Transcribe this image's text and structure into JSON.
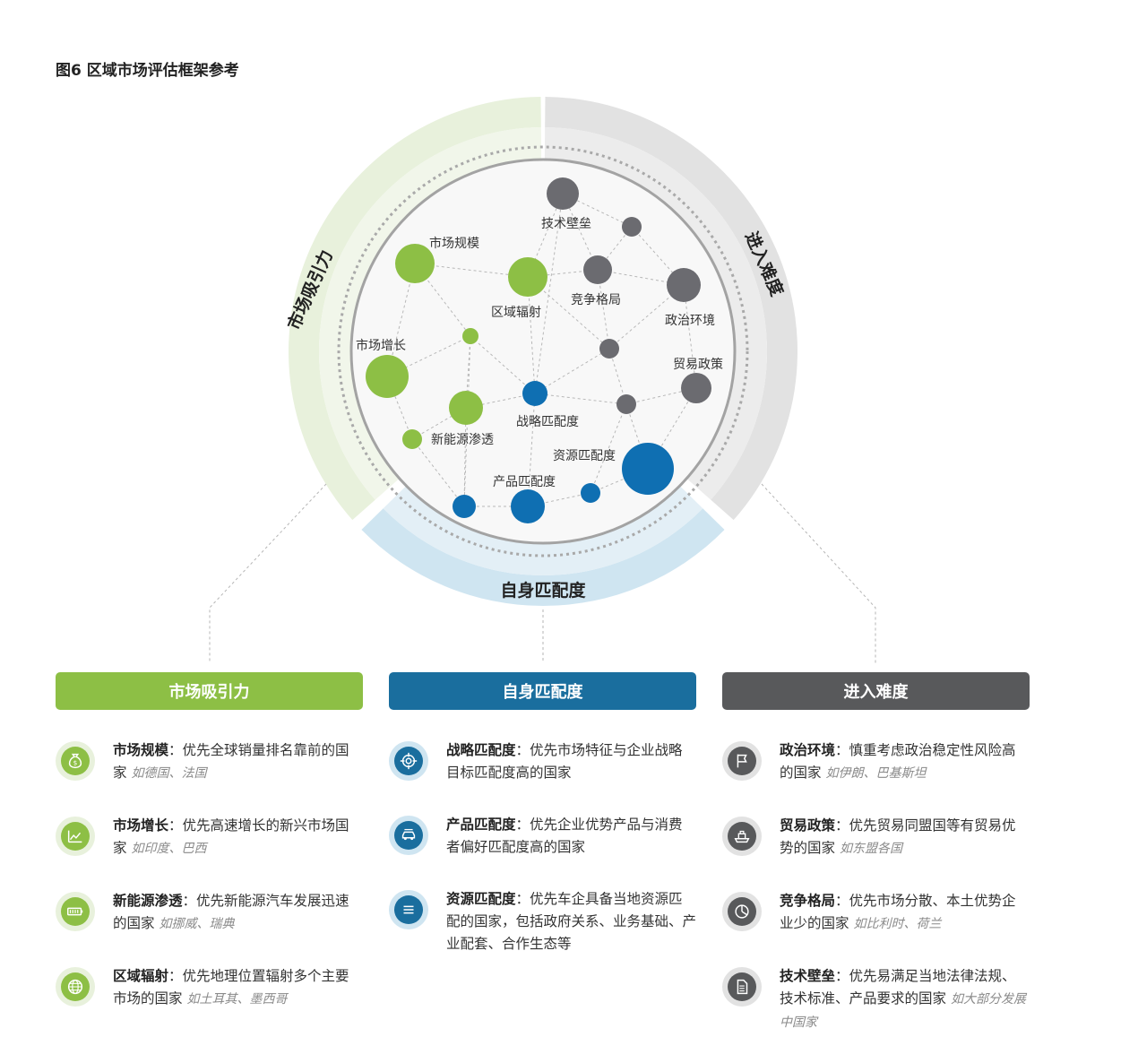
{
  "title": "图6 区域市场评估框架参考",
  "colors": {
    "green": "#8dbf45",
    "green_ring": "#e8f1dc",
    "green_ring_inner": "#f1f6ea",
    "blue": "#0f6fb2",
    "blue_header": "#1a6e9e",
    "blue_ring": "#cfe5f1",
    "blue_ring_inner": "#e3eff6",
    "gray": "#6b6b70",
    "gray_header": "#58595b",
    "gray_ring": "#e2e2e2",
    "gray_ring_inner": "#ececec"
  },
  "ring_labels": {
    "attraction": "市场吸引力",
    "difficulty": "进入难度",
    "fit": "自身匹配度"
  },
  "nodes": [
    {
      "id": "tech",
      "label": "技术壁垒",
      "group": "gray"
    },
    {
      "id": "g2",
      "label": "",
      "group": "gray"
    },
    {
      "id": "comp",
      "label": "竞争格局",
      "group": "gray"
    },
    {
      "id": "pol",
      "label": "政治环境",
      "group": "gray"
    },
    {
      "id": "g5",
      "label": "",
      "group": "gray"
    },
    {
      "id": "trade",
      "label": "贸易政策",
      "group": "gray"
    },
    {
      "id": "g7",
      "label": "",
      "group": "gray"
    },
    {
      "id": "size",
      "label": "市场规模",
      "group": "green"
    },
    {
      "id": "rad",
      "label": "区域辐射",
      "group": "green"
    },
    {
      "id": "gsmall",
      "label": "",
      "group": "green"
    },
    {
      "id": "growth",
      "label": "市场增长",
      "group": "green"
    },
    {
      "id": "ne",
      "label": "新能源渗透",
      "group": "green"
    },
    {
      "id": "gsmall2",
      "label": "",
      "group": "green"
    },
    {
      "id": "strat",
      "label": "战略匹配度",
      "group": "blue"
    },
    {
      "id": "res",
      "label": "资源匹配度",
      "group": "blue"
    },
    {
      "id": "prod",
      "label": "产品匹配度",
      "group": "blue"
    },
    {
      "id": "b1",
      "label": "",
      "group": "blue"
    },
    {
      "id": "b2",
      "label": "",
      "group": "blue"
    }
  ],
  "columns": [
    {
      "header": "市场吸引力",
      "items": [
        {
          "name": "市场规模",
          "desc": "：优先全球销量排名靠前的国家",
          "example": "如德国、法国",
          "icon": "money-bag-icon"
        },
        {
          "name": "市场增长",
          "desc": "：优先高速增长的新兴市场国家",
          "example": "如印度、巴西",
          "icon": "growth-chart-icon"
        },
        {
          "name": "新能源渗透",
          "desc": "：优先新能源汽车发展迅速的国家",
          "example": "如挪威、瑞典",
          "icon": "battery-icon"
        },
        {
          "name": "区域辐射",
          "desc": "：优先地理位置辐射多个主要市场的国家",
          "example": "如土耳其、墨西哥",
          "icon": "globe-icon"
        }
      ]
    },
    {
      "header": "自身匹配度",
      "items": [
        {
          "name": "战略匹配度",
          "desc": "：优先市场特征与企业战略目标匹配度高的国家",
          "example": "",
          "icon": "target-icon"
        },
        {
          "name": "产品匹配度",
          "desc": "：优先企业优势产品与消费者偏好匹配度高的国家",
          "example": "",
          "icon": "car-icon"
        },
        {
          "name": "资源匹配度",
          "desc": "：优先车企具备当地资源匹配的国家，包括政府关系、业务基础、产业配套、合作生态等",
          "example": "",
          "icon": "list-icon"
        }
      ]
    },
    {
      "header": "进入难度",
      "items": [
        {
          "name": "政治环境",
          "desc": "：慎重考虑政治稳定性风险高的国家",
          "example": "如伊朗、巴基斯坦",
          "icon": "flag-icon"
        },
        {
          "name": "贸易政策",
          "desc": "：优先贸易同盟国等有贸易优势的国家",
          "example": "如东盟各国",
          "icon": "ship-icon"
        },
        {
          "name": "竞争格局",
          "desc": "：优先市场分散、本土优势企业少的国家",
          "example": "如比利时、荷兰",
          "icon": "pie-chart-icon"
        },
        {
          "name": "技术壁垒",
          "desc": "：优先易满足当地法律法规、技术标准、产品要求的国家",
          "example": "如大部分发展中国家",
          "icon": "document-icon"
        }
      ]
    }
  ]
}
